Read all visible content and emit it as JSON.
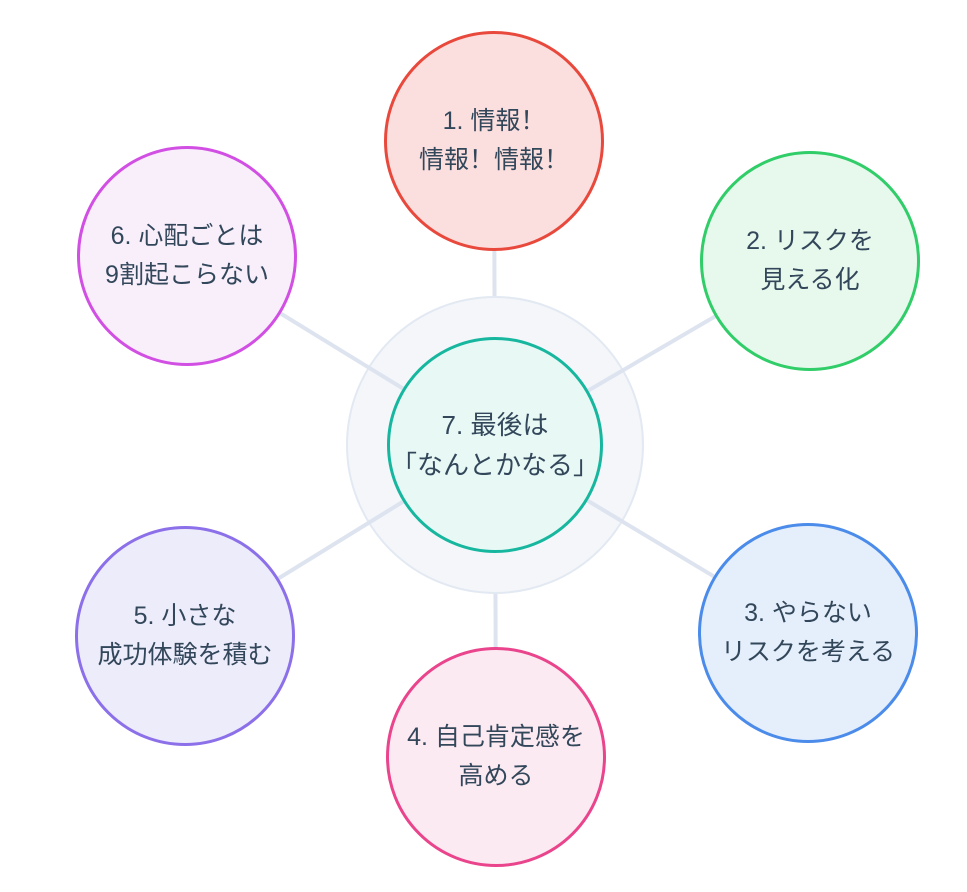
{
  "diagram": {
    "background_color": "#ffffff",
    "text_color": "#33475b",
    "connector": {
      "color": "#dde4ef",
      "width": "4"
    },
    "center_halo": {
      "fill": "#f4f6fa",
      "stroke": "#e3e9f2",
      "stroke_width": "2"
    },
    "nodes": [
      {
        "id": "1",
        "lines": [
          "1. 情報！",
          "情報！情報！"
        ],
        "border": "#e8493c",
        "fill": "#fbdfdf"
      },
      {
        "id": "2",
        "lines": [
          "2. リスクを",
          "見える化"
        ],
        "border": "#30cd69",
        "fill": "#e7f8ec"
      },
      {
        "id": "3",
        "lines": [
          "3. やらない",
          "リスクを考える"
        ],
        "border": "#4b8bea",
        "fill": "#e5effb"
      },
      {
        "id": "4",
        "lines": [
          "4. 自己肯定感を",
          "高める"
        ],
        "border": "#e9448c",
        "fill": "#fceaf2"
      },
      {
        "id": "5",
        "lines": [
          "5. 小さな",
          "成功体験を積む"
        ],
        "border": "#8c70e9",
        "fill": "#edecfb"
      },
      {
        "id": "6",
        "lines": [
          "6. 心配ごとは",
          "9割起こらない"
        ],
        "border": "#d24fe3",
        "fill": "#f8effb"
      },
      {
        "id": "7",
        "lines": [
          "7. 最後は",
          "「なんとかなる」"
        ],
        "border": "#16b79e",
        "fill": "#e8f8f5"
      }
    ]
  }
}
